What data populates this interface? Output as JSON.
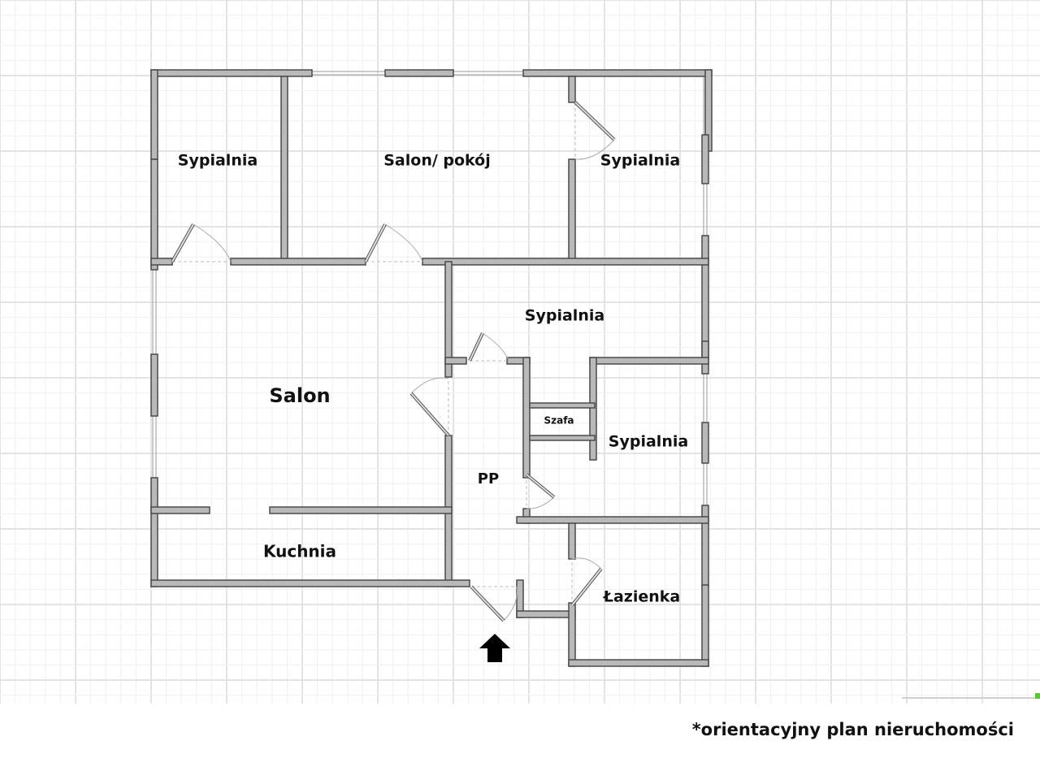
{
  "rooms": {
    "bedroom_top_left": "Sypialnia",
    "living_room_top": "Salon/ pokój",
    "bedroom_top_right": "Sypialnia",
    "bedroom_middle": "Sypialnia",
    "living_room": "Salon",
    "wardrobe": "Szafa",
    "bedroom_right": "Sypialnia",
    "hallway": "PP",
    "kitchen": "Kuchnia",
    "bathroom": "Łazienka"
  },
  "footer_note": "*orientacyjny plan nieruchomości",
  "colors": {
    "wall_fill": "#b9b9b9",
    "wall_stroke": "#4a4a4a",
    "grid_major": "#dcdcdc",
    "grid_minor": "#f0f0f0",
    "accent": "#5cc43c"
  }
}
